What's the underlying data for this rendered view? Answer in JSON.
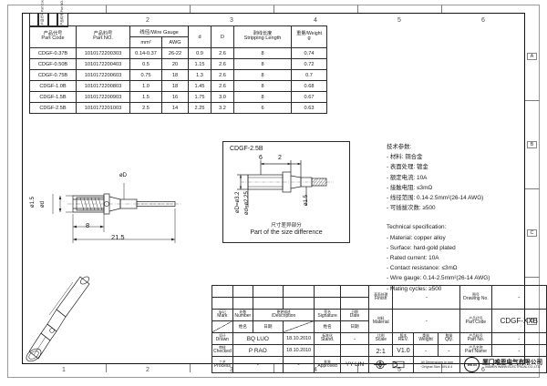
{
  "sheet": {
    "ruler_numbers_top": [
      "1",
      "2",
      "3",
      "4",
      "5",
      "6"
    ],
    "ruler_numbers_bottom": [
      "1",
      "2",
      "3",
      "4",
      "5",
      "6"
    ],
    "edge_letters": [
      "A",
      "B",
      "C",
      "D"
    ]
  },
  "spec_table": {
    "mini_headers": [
      "产品代号\nPart Code",
      "产品料号\nPart NO."
    ],
    "headers_row1": [
      {
        "cn": "产品代号",
        "en": "Part Code"
      },
      {
        "cn": "产品料号",
        "en": "Part NO."
      },
      {
        "cn": "线径/Wire Gauge",
        "en": ""
      },
      {
        "cn": "",
        "en": "d"
      },
      {
        "cn": "",
        "en": "D"
      },
      {
        "cn": "剥线长度",
        "en": "Stripping Length"
      },
      {
        "cn": "重量/Weight",
        "en": "g"
      }
    ],
    "headers_row2": [
      "mm²",
      "AWG"
    ],
    "rows": [
      [
        "CDGF-0.37B",
        "1010172200303",
        "0.14-0.37",
        "26-22",
        "0.9",
        "2.6",
        "8",
        "0.74"
      ],
      [
        "CDGF-0.50B",
        "1010172200403",
        "0.5",
        "20",
        "1.15",
        "2.6",
        "8",
        "0.72"
      ],
      [
        "CDGF-0.75B",
        "1010172200603",
        "0.75",
        "18",
        "1.3",
        "2.6",
        "8",
        "0.7"
      ],
      [
        "CDGF-1.0B",
        "1010172200803",
        "1.0",
        "18",
        "1.45",
        "2.6",
        "8",
        "0.68"
      ],
      [
        "CDGF-1.5B",
        "1010172200903",
        "1.5",
        "16",
        "1.75",
        "3.0",
        "8",
        "0.67"
      ],
      [
        "CDGF-2.5B",
        "1010172201003",
        "2.5",
        "14",
        "2.25",
        "3.2",
        "6",
        "0.63"
      ]
    ]
  },
  "main_drawing": {
    "dim_length_total": "21.5",
    "dim_length_strip": "8",
    "dim_dia_outer": "ø1.5",
    "dim_dia_inner": "ød",
    "dim_dia_top": "øD"
  },
  "detail": {
    "title": "CDGF-2.5B",
    "dim_a": "6",
    "dim_b": "2",
    "dim_D": "øD=ø3.2",
    "dim_d": "ød=ø2.25",
    "dim_pin": "ø1.5",
    "caption_cn": "尺寸差异部分",
    "caption_en": "Part of the size difference"
  },
  "tech_spec": {
    "cn_title": "技术参数:",
    "cn_items": [
      "- 材料: 铜合金",
      "- 表面处理: 镀金",
      "- 额定电流: 10A",
      "- 接触电阻: ≤3mΩ",
      "- 线径范围: 0.14-2.5mm²(26-14 AWG)",
      "- 可插拔次数: ≥500"
    ],
    "en_title": "Technical specification:",
    "en_items": [
      "- Material: copper alloy",
      "- Surface: hard-gold plated",
      "- Rated current: 10A",
      "- Contact resistance: ≤3mΩ",
      "- Wire gauge: 0.14-2.5mm²(26-14 AWG)",
      "- Mating cycles: ≥500"
    ]
  },
  "title_block": {
    "rev_headers": {
      "mark_cn": "标记",
      "mark_en": "Mark",
      "number_cn": "处数",
      "number_en": "Number",
      "description_cn": "更更描述",
      "description_en": "/Description",
      "signature_cn": "签名",
      "signature_en": "Signature",
      "date_cn": "日期",
      "date_en": "Date"
    },
    "sub_headers": {
      "name_cn": "姓名",
      "name_en": "/Name",
      "date_cn": "日期",
      "date_en": "/Date"
    },
    "roles": [
      {
        "cn": "设计",
        "en": "Drawn",
        "name": "BQ LUO",
        "date": "18.10.2010"
      },
      {
        "cn": "审核",
        "en": "Checked",
        "name": "P RAO",
        "date": "18.10.2010"
      },
      {
        "cn": "工艺",
        "en": "Process",
        "name": "-",
        "date": "-"
      }
    ],
    "right_roles": [
      {
        "cn": "标准化",
        "en": "Stand.",
        "name": "-",
        "date": "-"
      },
      {
        "cn": "批准",
        "en": "Approved",
        "name": "YY LIN",
        "date": "18.10.2010"
      }
    ],
    "finish": {
      "cn": "表面处理",
      "en": "Finish",
      "value": "-"
    },
    "material": {
      "cn": "材料",
      "en": "Material",
      "value": "-"
    },
    "scale": {
      "cn": "比例",
      "en": "Scale",
      "value": "2:1"
    },
    "rev": {
      "cn": "版本",
      "en": "REV.",
      "value": "V1.0"
    },
    "weight": {
      "cn": "重量",
      "en": "Weight",
      "value": "-"
    },
    "qty": {
      "cn": "数量",
      "en": "Qty.",
      "value": "-"
    },
    "drawing_no": {
      "cn": "图号",
      "en": "Drawing No.",
      "value": "-"
    },
    "part_code": {
      "cn": "产品代号",
      "en": "Part Code",
      "value": "CDGF-XXB"
    },
    "part_no": {
      "cn": "产品料号",
      "en": "Part No.",
      "value": "-"
    },
    "part_name": {
      "cn": "产品名称",
      "en": "Part Name",
      "value": "-"
    },
    "units_note_1": "All Dimensions in mm",
    "units_note_2": "Orignal Size DIN A 4",
    "company": {
      "logo_text": "WKTN",
      "name_cn": "厦门唯恩电气有限公司",
      "name_en": "XIAMEN WANN ELECTRICAL CO.,LTD"
    }
  }
}
